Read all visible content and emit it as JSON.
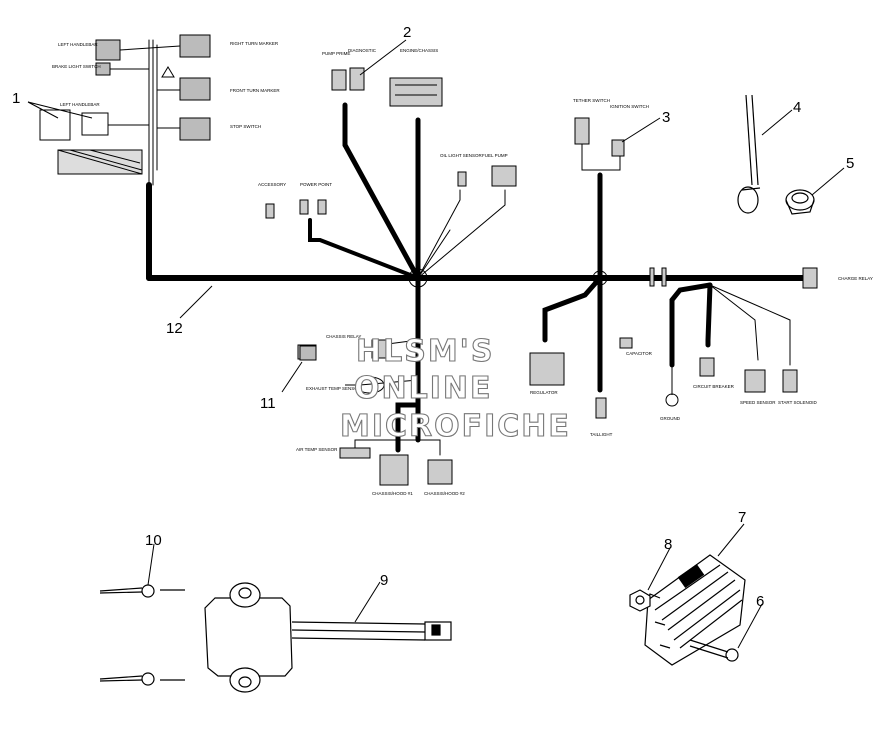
{
  "callouts": [
    "1",
    "2",
    "3",
    "4",
    "5",
    "6",
    "7",
    "8",
    "9",
    "10",
    "11",
    "12"
  ],
  "labels": {
    "left_handlebar_top": "LEFT HANDLEBAR",
    "brake_light_switch": "BRAKE LIGHT SWITCH",
    "left_handlebar": "LEFT HANDLEBAR",
    "right_turn_marker": "RIGHT TURN MARKER",
    "front_turn_marker": "FRONT TURN MARKER",
    "stop_switch": "STOP SWITCH",
    "pump_prime": "PUMP PRIME",
    "diagnostic": "DIAGNOSTIC",
    "engine_chassis": "ENGINE/CHASSIS",
    "tether_switch": "TETHER SWITCH",
    "ignition_switch": "IGNITION SWITCH",
    "oil_light_sensor": "OIL LIGHT SENSOR",
    "fuel_pump": "FUEL PUMP",
    "accessory": "ACCESSORY",
    "power_point": "POWER POINT",
    "charge_relay_right": "CHARGE RELAY",
    "chassis_relay": "CHASSIS RELAY",
    "exhaust_temp_sensor": "EXHAUST TEMP SENSOR",
    "air_temp_sensor": "AIR TEMP SENSOR",
    "chassis_hood_1": "CHASSIS/HOOD #1",
    "chassis_hood_2": "CHASSIS/HOOD #2",
    "regulator": "REGULATOR",
    "capacitor": "CAPACITOR",
    "taillight": "TAILLIGHT",
    "ground": "GROUND",
    "circuit_breaker": "CIRCUIT BREAKER",
    "speed_sensor": "SPEED SENSOR",
    "start_solenoid": "START SOLENOID"
  },
  "watermark": [
    "HLSM'S",
    "ONLINE",
    "MICROFICHE"
  ]
}
